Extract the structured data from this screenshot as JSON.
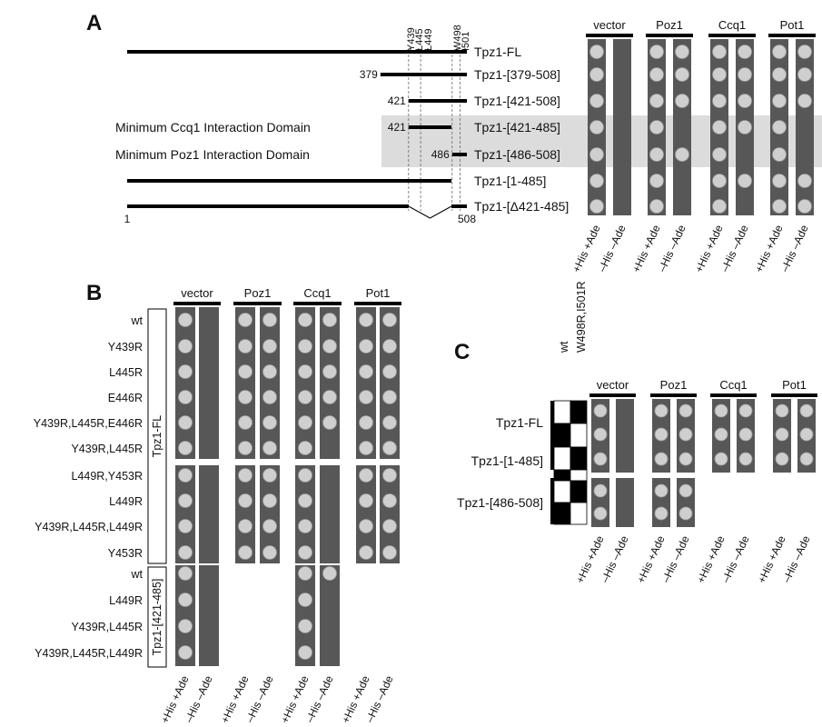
{
  "panel_a": {
    "letter": "A",
    "residues": [
      "Y439",
      "L445",
      "L449",
      "W498",
      "I501"
    ],
    "constructs": [
      {
        "label": "Tpz1-FL",
        "start": "",
        "end": ""
      },
      {
        "label": "Tpz1-[379-508]",
        "start": "379",
        "end": ""
      },
      {
        "label": "Tpz1-[421-508]",
        "start": "421",
        "end": ""
      },
      {
        "label": "Tpz1-[421-485]",
        "start": "421",
        "end": ""
      },
      {
        "label": "Tpz1-[486-508]",
        "start": "486",
        "end": ""
      },
      {
        "label": "Tpz1-[1-485]",
        "start": "",
        "end": ""
      },
      {
        "label": "Tpz1-[Δ421-485]",
        "start": "1",
        "end": "508"
      }
    ],
    "domains": [
      "Minimum Ccq1 Interaction Domain",
      "Minimum Poz1 Interaction Domain"
    ],
    "groups": [
      "vector",
      "Poz1",
      "Ccq1",
      "Pot1"
    ],
    "growth": [
      [
        "+",
        "-",
        "+",
        "+",
        "+",
        "+",
        "+",
        "+"
      ],
      [
        "+",
        "-",
        "+",
        "+",
        "+",
        "+",
        "+",
        "+"
      ],
      [
        "+",
        "-",
        "+",
        "+",
        "+",
        "+",
        "+",
        "+"
      ],
      [
        "+",
        "-",
        "+",
        "-",
        "+",
        "+",
        "+",
        "-"
      ],
      [
        "+",
        "-",
        "+",
        "+",
        "+",
        "-",
        "+",
        "-"
      ],
      [
        "+",
        "-",
        "+",
        "-",
        "+",
        "+",
        "+",
        "+"
      ],
      [
        "+",
        "-",
        "+",
        "-",
        "+",
        "-",
        "+",
        "+"
      ]
    ],
    "media": [
      "+His +Ade",
      "–His –Ade"
    ]
  },
  "panel_b": {
    "letter": "B",
    "groups": [
      "vector",
      "Poz1",
      "Ccq1",
      "Pot1"
    ],
    "fl_label": "Tpz1-FL",
    "sub_label": "Tpz1-[421-485]",
    "fl_rows": [
      "wt",
      "Y439R",
      "L445R",
      "E446R",
      "Y439R,L445R,E446R",
      "Y439R,L445R",
      "L449R,Y453R",
      "L449R",
      "Y439R,L445R,L449R",
      "Y453R"
    ],
    "sub_rows": [
      "wt",
      "L449R",
      "Y439R,L445R",
      "Y439R,L445R,L449R"
    ],
    "fl_growth": [
      [
        "+",
        "-",
        "+",
        "+",
        "+",
        "+",
        "+",
        "+"
      ],
      [
        "+",
        "-",
        "+",
        "+",
        "+",
        "+",
        "+",
        "+"
      ],
      [
        "+",
        "-",
        "+",
        "+",
        "+",
        "+",
        "+",
        "+"
      ],
      [
        "+",
        "-",
        "+",
        "+",
        "+",
        "+",
        "+",
        "+"
      ],
      [
        "+",
        "-",
        "+",
        "+",
        "+",
        "+",
        "+",
        "+"
      ],
      [
        "+",
        "-",
        "+",
        "+",
        "+",
        "-",
        "+",
        "+"
      ],
      [
        "+",
        "-",
        "+",
        "+",
        "+",
        "-",
        "+",
        "+"
      ],
      [
        "+",
        "-",
        "+",
        "+",
        "+",
        "-",
        "+",
        "+"
      ],
      [
        "+",
        "-",
        "+",
        "+",
        "+",
        "-",
        "+",
        "+"
      ],
      [
        "+",
        "-",
        "+",
        "+",
        "+",
        "-",
        "+",
        "+"
      ]
    ],
    "sub_growth": [
      [
        "+",
        "-",
        "+",
        "+"
      ],
      [
        "+",
        "-",
        "+",
        "-"
      ],
      [
        "+",
        "-",
        "+",
        "-"
      ],
      [
        "+",
        "-",
        "+",
        "-"
      ]
    ],
    "media": [
      "+His +Ade",
      "–His –Ade"
    ]
  },
  "panel_c": {
    "letter": "C",
    "key_cols": [
      "wt",
      "W498R,I501R"
    ],
    "groups": [
      "vector",
      "Poz1",
      "Ccq1",
      "Pot1"
    ],
    "row_labels": [
      "Tpz1-FL",
      "Tpz1-[1-485]",
      "Tpz1-[486-508]"
    ],
    "growth": [
      [
        "+",
        "-",
        "+",
        "+",
        "+",
        "+",
        "+",
        "+"
      ],
      [
        "+",
        "-",
        "+",
        "+",
        "+",
        "+",
        "+",
        "+"
      ],
      [
        "+",
        "-",
        "+",
        "+",
        "+",
        "+",
        "+",
        "+"
      ],
      [
        "+",
        "-",
        "+",
        "+",
        "+",
        "+",
        "+",
        "+"
      ],
      [
        "+",
        "-",
        "+",
        "+"
      ],
      [
        "+",
        "-",
        "+",
        "+"
      ]
    ],
    "media": [
      "+His +Ade",
      "–His –Ade"
    ]
  }
}
